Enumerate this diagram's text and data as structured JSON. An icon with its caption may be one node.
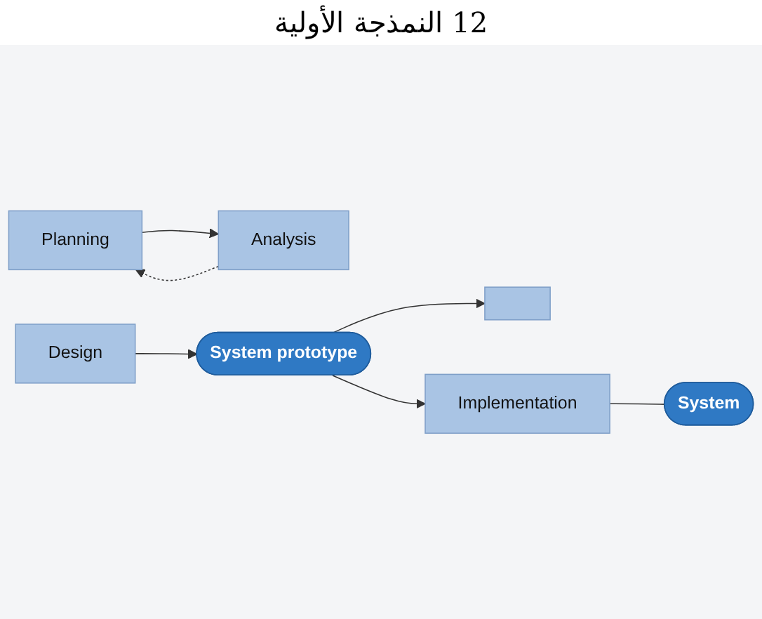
{
  "diagram": {
    "title": "12 النمذجة الأولية",
    "nodes": [
      {
        "text": [
          "Planning"
        ]
      },
      {
        "text": [
          "Analysis"
        ]
      },
      {
        "text": [
          "Design"
        ]
      },
      {
        "text": [],
        "shape": "box"
      },
      {
        "text": [
          "System prototype"
        ]
      },
      {
        "text": [
          "Implementation"
        ]
      },
      {
        "text": [
          "System"
        ]
      }
    ],
    "edges": [
      {
        "from": 0,
        "to": 1,
        "arrow": "to"
      },
      {
        "from": 1,
        "to": 0,
        "arrow": "to",
        "style": "dashed"
      },
      {
        "from": 2,
        "to": 4,
        "arrow": "to"
      },
      {
        "from": 4,
        "to": 5,
        "arrow": "to"
      },
      {
        "from": 4,
        "to": 3,
        "arrow": "to"
      },
      {
        "from": 5,
        "to": 6,
        "arrow": "none"
      }
    ]
  }
}
